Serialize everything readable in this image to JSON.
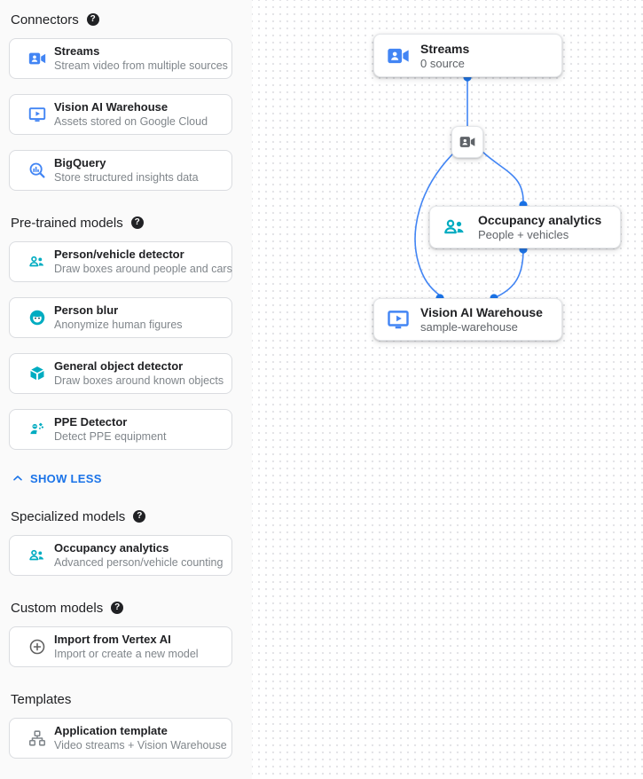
{
  "colors": {
    "icon_blue": "#4285f4",
    "link_blue": "#1a73e8",
    "icon_teal": "#00acc1",
    "icon_gray": "#5f6368",
    "edge_blue": "#4285f4",
    "dot_blue": "#1a73e8"
  },
  "icons": {
    "help_glyph": "?"
  },
  "sidebar": {
    "show_less_label": "SHOW LESS",
    "sections": [
      {
        "title": "Connectors",
        "cards": [
          {
            "icon": "video-camera-icon",
            "title": "Streams",
            "subtitle": "Stream video from multiple sources"
          },
          {
            "icon": "warehouse-monitor-icon",
            "title": "Vision AI Warehouse",
            "subtitle": "Assets stored on Google Cloud"
          },
          {
            "icon": "bigquery-icon",
            "title": "BigQuery",
            "subtitle": "Store structured insights data"
          }
        ]
      },
      {
        "title": "Pre-trained models",
        "cards": [
          {
            "icon": "people-icon",
            "title": "Person/vehicle detector",
            "subtitle": "Draw boxes around people and cars"
          },
          {
            "icon": "face-blur-icon",
            "title": "Person blur",
            "subtitle": "Anonymize human figures"
          },
          {
            "icon": "cube-icon",
            "title": "General object detector",
            "subtitle": "Draw boxes around known objects"
          },
          {
            "icon": "ppe-icon",
            "title": "PPE Detector",
            "subtitle": "Detect PPE equipment"
          }
        ]
      },
      {
        "title": "Specialized models",
        "cards": [
          {
            "icon": "people-icon",
            "title": "Occupancy analytics",
            "subtitle": "Advanced person/vehicle counting"
          }
        ]
      },
      {
        "title": "Custom models",
        "cards": [
          {
            "icon": "circle-plus-icon",
            "title": "Import from Vertex AI",
            "subtitle": "Import or create a new model"
          }
        ]
      },
      {
        "title": "Templates",
        "cards": [
          {
            "icon": "tree-icon",
            "title": "Application template",
            "subtitle": "Video streams + Vision Warehouse"
          }
        ]
      }
    ]
  },
  "canvas": {
    "nodes": {
      "streams": {
        "title": "Streams",
        "subtitle": "0 source"
      },
      "occupancy": {
        "title": "Occupancy analytics",
        "subtitle": "People + vehicles"
      },
      "warehouse": {
        "title": "Vision AI Warehouse",
        "subtitle": "sample-warehouse"
      }
    }
  }
}
